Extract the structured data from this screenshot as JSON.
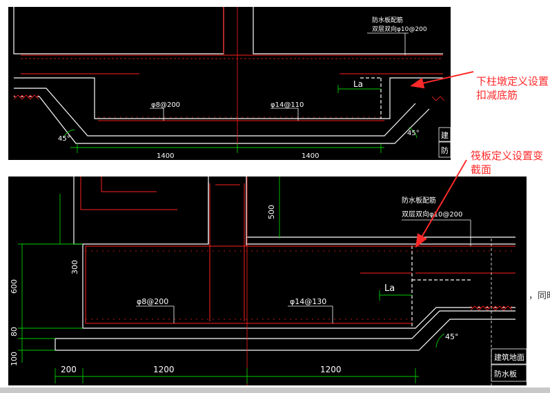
{
  "colors": {
    "background": "#000000",
    "outline": "#ffffff",
    "rebar": "#ff2020",
    "dimension": "#00cc00",
    "callout": "#ff2a2a",
    "note": "#ffffff"
  },
  "top_drawing": {
    "note_line1": "防水板配筋",
    "note_line2": "双层双向φ10@200",
    "rebar_left": "φ8@200",
    "rebar_right": "φ14@110",
    "anchor_label": "La",
    "angle_left": "45°",
    "angle_right": "45°",
    "dim_left": "1400",
    "dim_right": "1400",
    "side_label1": "建",
    "side_label2": "防"
  },
  "bottom_drawing": {
    "note_line1": "防水板配筋",
    "note_line2": "双层双向φ10@200",
    "rebar_left": "φ8@200",
    "rebar_right": "φ14@130",
    "anchor_label": "La",
    "angle": "45°",
    "dim_500": "500",
    "dim_300": "300",
    "dim_600": "600",
    "dim_80": "80",
    "dim_100": "100",
    "dim_200": "200",
    "dim_1200_left": "1200",
    "dim_1200_right": "1200",
    "side_label1": "建筑地面",
    "side_label2": "防水板"
  },
  "callouts": {
    "top": "下柱墩定义设置扣减底筋",
    "bottom": "筏板定义设置变截面"
  },
  "side_text": "，同时"
}
